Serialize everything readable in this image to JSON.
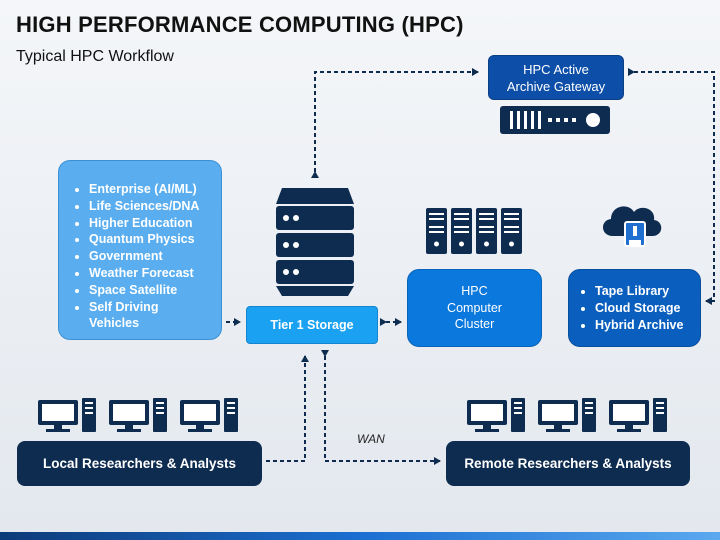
{
  "title": "HIGH PERFORMANCE COMPUTING (HPC)",
  "subtitle": "Typical HPC Workflow",
  "gateway": {
    "line1": "HPC Active",
    "line2": "Archive Gateway"
  },
  "applications": [
    "Enterprise (AI/ML)",
    "Life Sciences/DNA",
    "Higher Education",
    "Quantum Physics",
    "Government",
    "Weather Forecast",
    "Space Satellite",
    "Self Driving Vehicles"
  ],
  "tier1_storage": "Tier 1 Storage",
  "compute_cluster": {
    "line1": "HPC",
    "line2": "Computer",
    "line3": "Cluster"
  },
  "archive_targets": [
    "Tape Library",
    "Cloud Storage",
    "Hybrid Archive"
  ],
  "local_group": "Local Researchers & Analysts",
  "remote_group": "Remote Researchers & Analysts",
  "wan_label": "WAN",
  "colors": {
    "navy": "#0e2c4f",
    "gateway_blue": "#0d4fa8",
    "light_blue": "#5aaef0",
    "tier1_blue": "#1ba1f2",
    "cluster_blue": "#0a78dc",
    "archive_blue": "#0a5fbe"
  },
  "icons": [
    "server-rack-icon",
    "server-cluster-icon",
    "cloud-usb-icon",
    "gateway-appliance-icon",
    "workstation-icon"
  ]
}
